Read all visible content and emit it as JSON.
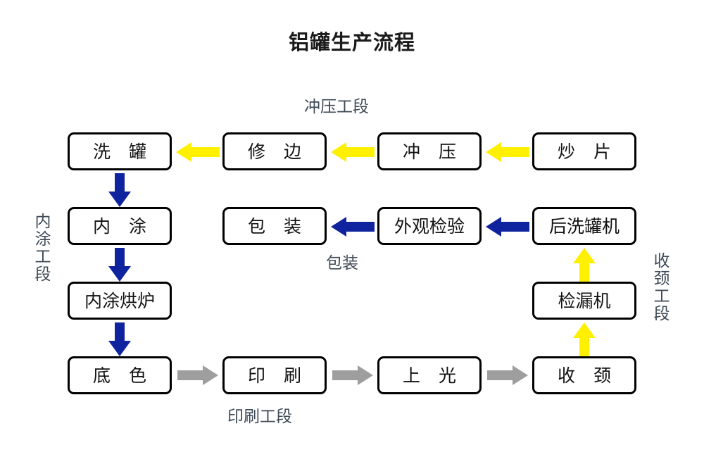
{
  "title": "铝罐生产流程",
  "colors": {
    "yellow": "#FFF000",
    "navy": "#10239E",
    "gray": "#9E9E9E",
    "box_border": "#000000",
    "label_text": "#3F4A55",
    "background": "#FFFFFF"
  },
  "stage_labels": {
    "stamping": "冲压工段",
    "packing": "包装",
    "printing": "印刷工段",
    "interior_coating": "内涂工段",
    "necking": "收颈工段"
  },
  "rows": {
    "row1": [
      {
        "id": "wash-can",
        "label": "洗 罐"
      },
      {
        "id": "trim",
        "label": "修 边"
      },
      {
        "id": "stamp",
        "label": "冲 压"
      },
      {
        "id": "blank",
        "label": "炒 片"
      }
    ],
    "row2": [
      {
        "id": "inner-coat",
        "label": "内 涂"
      },
      {
        "id": "packaging",
        "label": "包 装"
      },
      {
        "id": "visual-inspection",
        "label": "外观检验"
      },
      {
        "id": "post-washer",
        "label": "后洗罐机"
      }
    ],
    "row3": [
      {
        "id": "inner-coat-oven",
        "label": "内涂烘炉"
      },
      {
        "id": "leak-tester",
        "label": "检漏机"
      }
    ],
    "row4": [
      {
        "id": "base-color",
        "label": "底 色"
      },
      {
        "id": "print",
        "label": "印 刷"
      },
      {
        "id": "varnish",
        "label": "上 光"
      },
      {
        "id": "necking",
        "label": "收 颈"
      }
    ]
  },
  "arrows": [
    {
      "id": "blank-to-stamp",
      "color": "yellow",
      "direction": "left"
    },
    {
      "id": "stamp-to-trim",
      "color": "yellow",
      "direction": "left"
    },
    {
      "id": "trim-to-wash",
      "color": "yellow",
      "direction": "left"
    },
    {
      "id": "wash-to-inner-coat",
      "color": "navy",
      "direction": "down"
    },
    {
      "id": "inner-coat-to-oven",
      "color": "navy",
      "direction": "down"
    },
    {
      "id": "oven-to-base-color",
      "color": "navy",
      "direction": "down"
    },
    {
      "id": "base-color-to-print",
      "color": "gray",
      "direction": "right"
    },
    {
      "id": "print-to-varnish",
      "color": "gray",
      "direction": "right"
    },
    {
      "id": "varnish-to-necking",
      "color": "gray",
      "direction": "right"
    },
    {
      "id": "necking-to-leak-tester",
      "color": "yellow",
      "direction": "up"
    },
    {
      "id": "leak-tester-to-post-washer",
      "color": "yellow",
      "direction": "up"
    },
    {
      "id": "post-washer-to-inspection",
      "color": "navy",
      "direction": "left"
    },
    {
      "id": "inspection-to-packaging",
      "color": "navy",
      "direction": "left"
    }
  ]
}
